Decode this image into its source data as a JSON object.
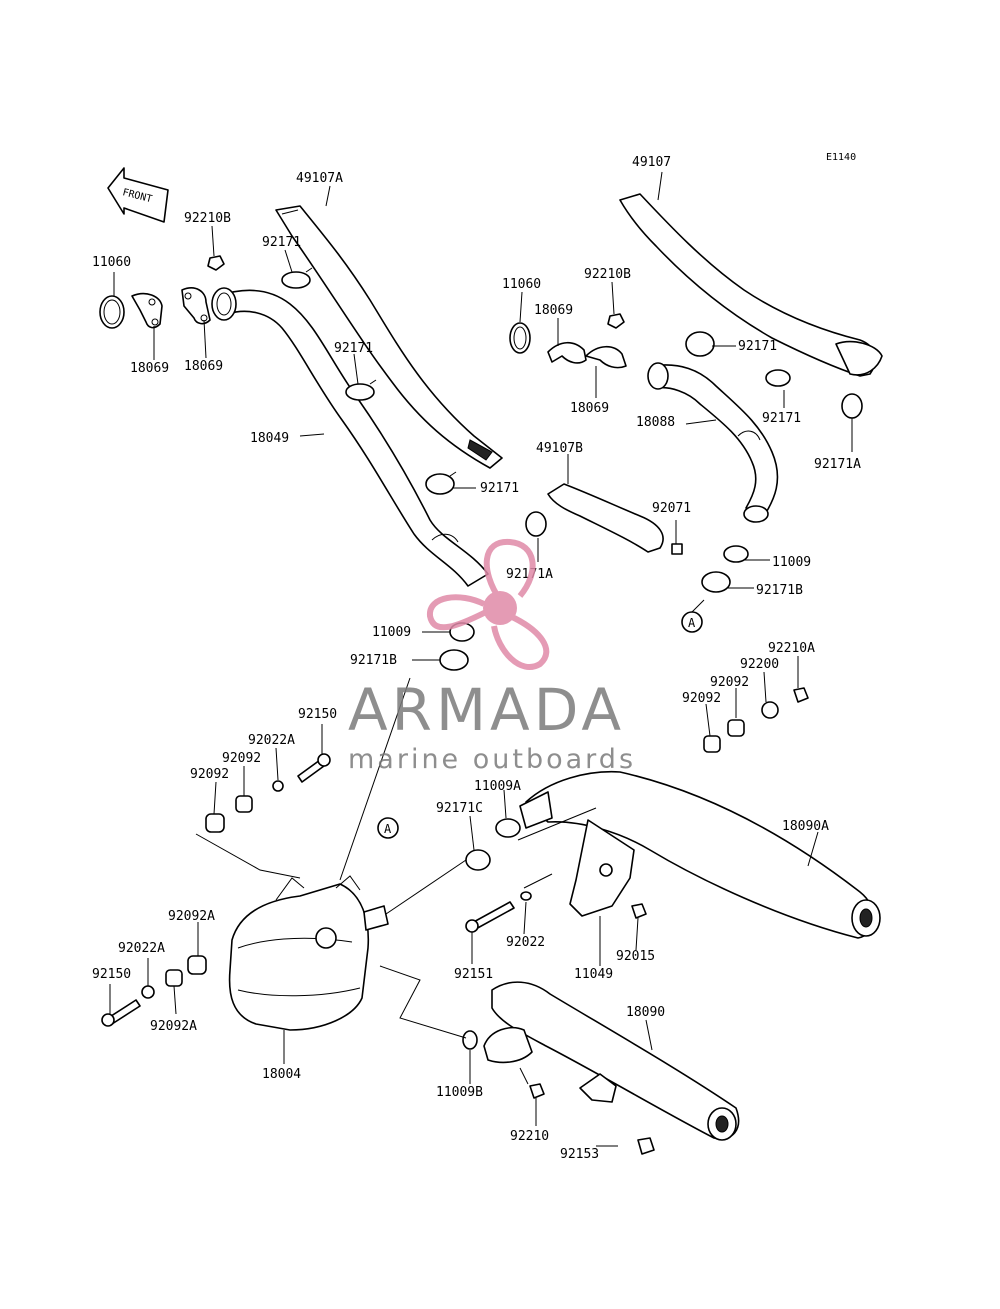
{
  "diagram": {
    "code": "E1140",
    "front_label": "FRONT",
    "callout_a": "A",
    "labels": {
      "p49107A": "49107A",
      "p49107": "49107",
      "p92210B_l": "92210B",
      "p92171_l1": "92171",
      "p11060_l": "11060",
      "p18069_l1": "18069",
      "p18069_l2": "18069",
      "p92171_l2": "92171",
      "p18049": "18049",
      "p92171_l3": "92171",
      "p11060_r": "11060",
      "p92210B_r": "92210B",
      "p18069_r1": "18069",
      "p18069_r2": "18069",
      "p92171_r1": "92171",
      "p18088": "18088",
      "p92171_r2": "92171",
      "p92171A_r": "92171A",
      "p49107B": "49107B",
      "p92071": "92071",
      "p92171A_m": "92171A",
      "p11009_r": "11009",
      "p92171B_r": "92171B",
      "p11009_m": "11009",
      "p92171B_m": "92171B",
      "p92210A": "92210A",
      "p92200": "92200",
      "p92092_r1": "92092",
      "p92092_r2": "92092",
      "p92150_t": "92150",
      "p92022A_t": "92022A",
      "p92092_t1": "92092",
      "p92092_t2": "92092",
      "p11009A": "11009A",
      "p92171C": "92171C",
      "p18090A": "18090A",
      "p92022": "92022",
      "p92015": "92015",
      "p92151": "92151",
      "p11049": "11049",
      "p92092A_1": "92092A",
      "p92022A_b": "92022A",
      "p92150_b": "92150",
      "p92092A_2": "92092A",
      "p18004": "18004",
      "p18090": "18090",
      "p11009B": "11009B",
      "p92210": "92210",
      "p92153": "92153"
    }
  },
  "watermark": {
    "title": "ARMADA",
    "subtitle": "marine outboards",
    "color": "#e08aa8"
  }
}
